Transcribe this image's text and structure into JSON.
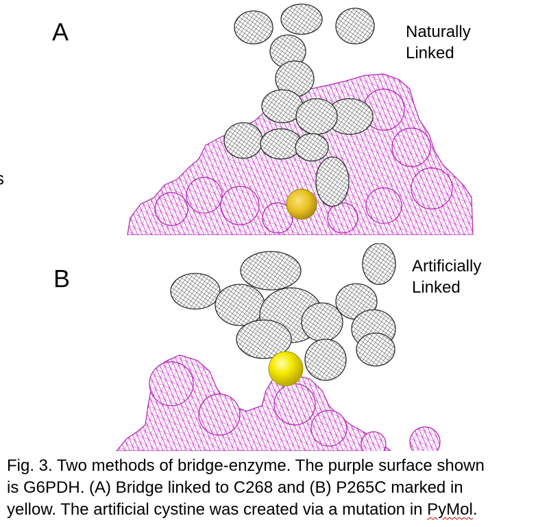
{
  "figure": {
    "panel_a": {
      "letter": "A",
      "label_lines": [
        "Naturally",
        "Linked"
      ]
    },
    "panel_b": {
      "letter": "B",
      "label_lines": [
        "Artificially",
        "Linked"
      ]
    },
    "stray_edge_glyph": "s",
    "colors": {
      "enzyme_surface": "#cc33cc",
      "bridge_mesh": "#333333",
      "cysteine_atom": "#f2e600",
      "text": "#000000",
      "spellcheck_underline": "#c00000"
    }
  },
  "caption": {
    "line1": "Fig. 3. Two methods of bridge-enzyme. The purple surface shown",
    "line2": "is G6PDH. (A) Bridge linked to C268 and (B) P265C marked in",
    "line3_prefix": "yellow. The artificial cystine was created via a mutation in ",
    "line3_word": "PyMol",
    "line3_suffix": "."
  }
}
